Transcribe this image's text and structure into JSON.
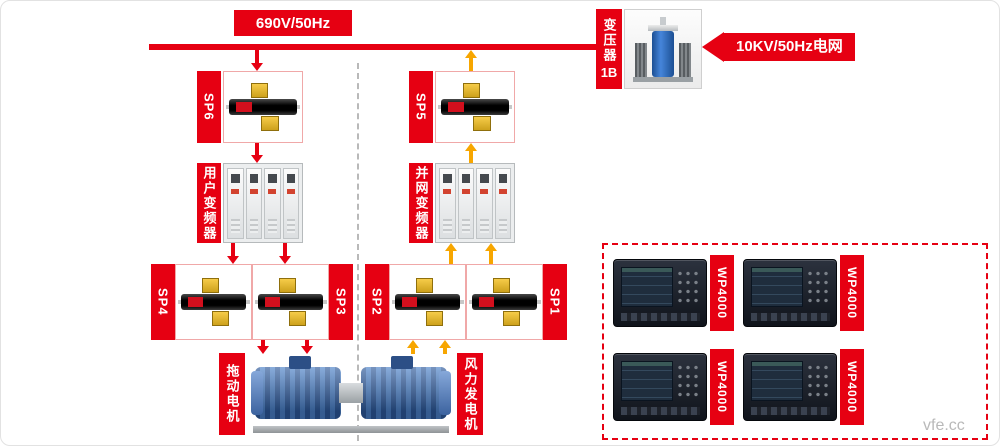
{
  "colors": {
    "accent_red": "#e60012",
    "arrow_yellow": "#f7a600"
  },
  "top": {
    "bus_voltage": "690V/50Hz",
    "grid_label": "10KV/50Hz电网",
    "transformer_name": "变压器",
    "transformer_id": "1B"
  },
  "left_branch": {
    "sp6": "SP6",
    "converter": "用户变频器",
    "sp4": "SP4",
    "sp3": "SP3",
    "machine": "拖动电机"
  },
  "right_branch": {
    "sp5": "SP5",
    "converter": "并网变频器",
    "sp2": "SP2",
    "sp1": "SP1",
    "machine": "风力发电机"
  },
  "instruments": {
    "labels": [
      "WP4000",
      "WP4000",
      "WP4000",
      "WP4000"
    ]
  },
  "watermark": "vfe.cc"
}
